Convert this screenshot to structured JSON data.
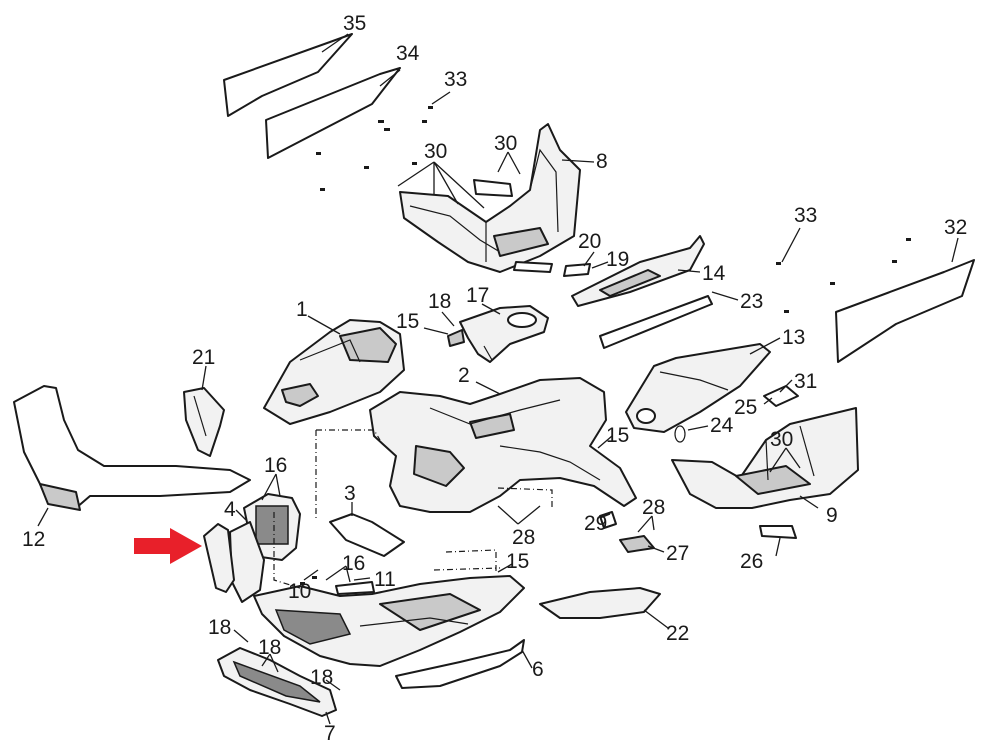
{
  "callouts": [
    {
      "id": "c35",
      "label": "35"
    },
    {
      "id": "c34",
      "label": "34"
    },
    {
      "id": "c33a",
      "label": "33"
    },
    {
      "id": "c30a",
      "label": "30"
    },
    {
      "id": "c30b",
      "label": "30"
    },
    {
      "id": "c8",
      "label": "8"
    },
    {
      "id": "c33b",
      "label": "33"
    },
    {
      "id": "c32",
      "label": "32"
    },
    {
      "id": "c20",
      "label": "20"
    },
    {
      "id": "c19",
      "label": "19"
    },
    {
      "id": "c14",
      "label": "14"
    },
    {
      "id": "c23",
      "label": "23"
    },
    {
      "id": "c1",
      "label": "1"
    },
    {
      "id": "c18a",
      "label": "18"
    },
    {
      "id": "c17",
      "label": "17"
    },
    {
      "id": "c15a",
      "label": "15"
    },
    {
      "id": "c13",
      "label": "13"
    },
    {
      "id": "c21",
      "label": "21"
    },
    {
      "id": "c2",
      "label": "2"
    },
    {
      "id": "c31",
      "label": "31"
    },
    {
      "id": "c25",
      "label": "25"
    },
    {
      "id": "c24",
      "label": "24"
    },
    {
      "id": "c15b",
      "label": "15"
    },
    {
      "id": "c30c",
      "label": "30"
    },
    {
      "id": "c12",
      "label": "12"
    },
    {
      "id": "c16a",
      "label": "16"
    },
    {
      "id": "c4",
      "label": "4"
    },
    {
      "id": "c3",
      "label": "3"
    },
    {
      "id": "c28a",
      "label": "28"
    },
    {
      "id": "c29",
      "label": "29"
    },
    {
      "id": "c28b",
      "label": "28"
    },
    {
      "id": "c9",
      "label": "9"
    },
    {
      "id": "c27",
      "label": "27"
    },
    {
      "id": "c26",
      "label": "26"
    },
    {
      "id": "c16b",
      "label": "16"
    },
    {
      "id": "c15c",
      "label": "15"
    },
    {
      "id": "c10",
      "label": "10"
    },
    {
      "id": "c11",
      "label": "11"
    },
    {
      "id": "c22",
      "label": "22"
    },
    {
      "id": "c18b",
      "label": "18"
    },
    {
      "id": "c18c",
      "label": "18"
    },
    {
      "id": "c18d",
      "label": "18"
    },
    {
      "id": "c6",
      "label": "6"
    },
    {
      "id": "c7",
      "label": "7"
    }
  ],
  "colors": {
    "ink": "#1a1a1a",
    "highlight_arrow": "#e8202a"
  }
}
